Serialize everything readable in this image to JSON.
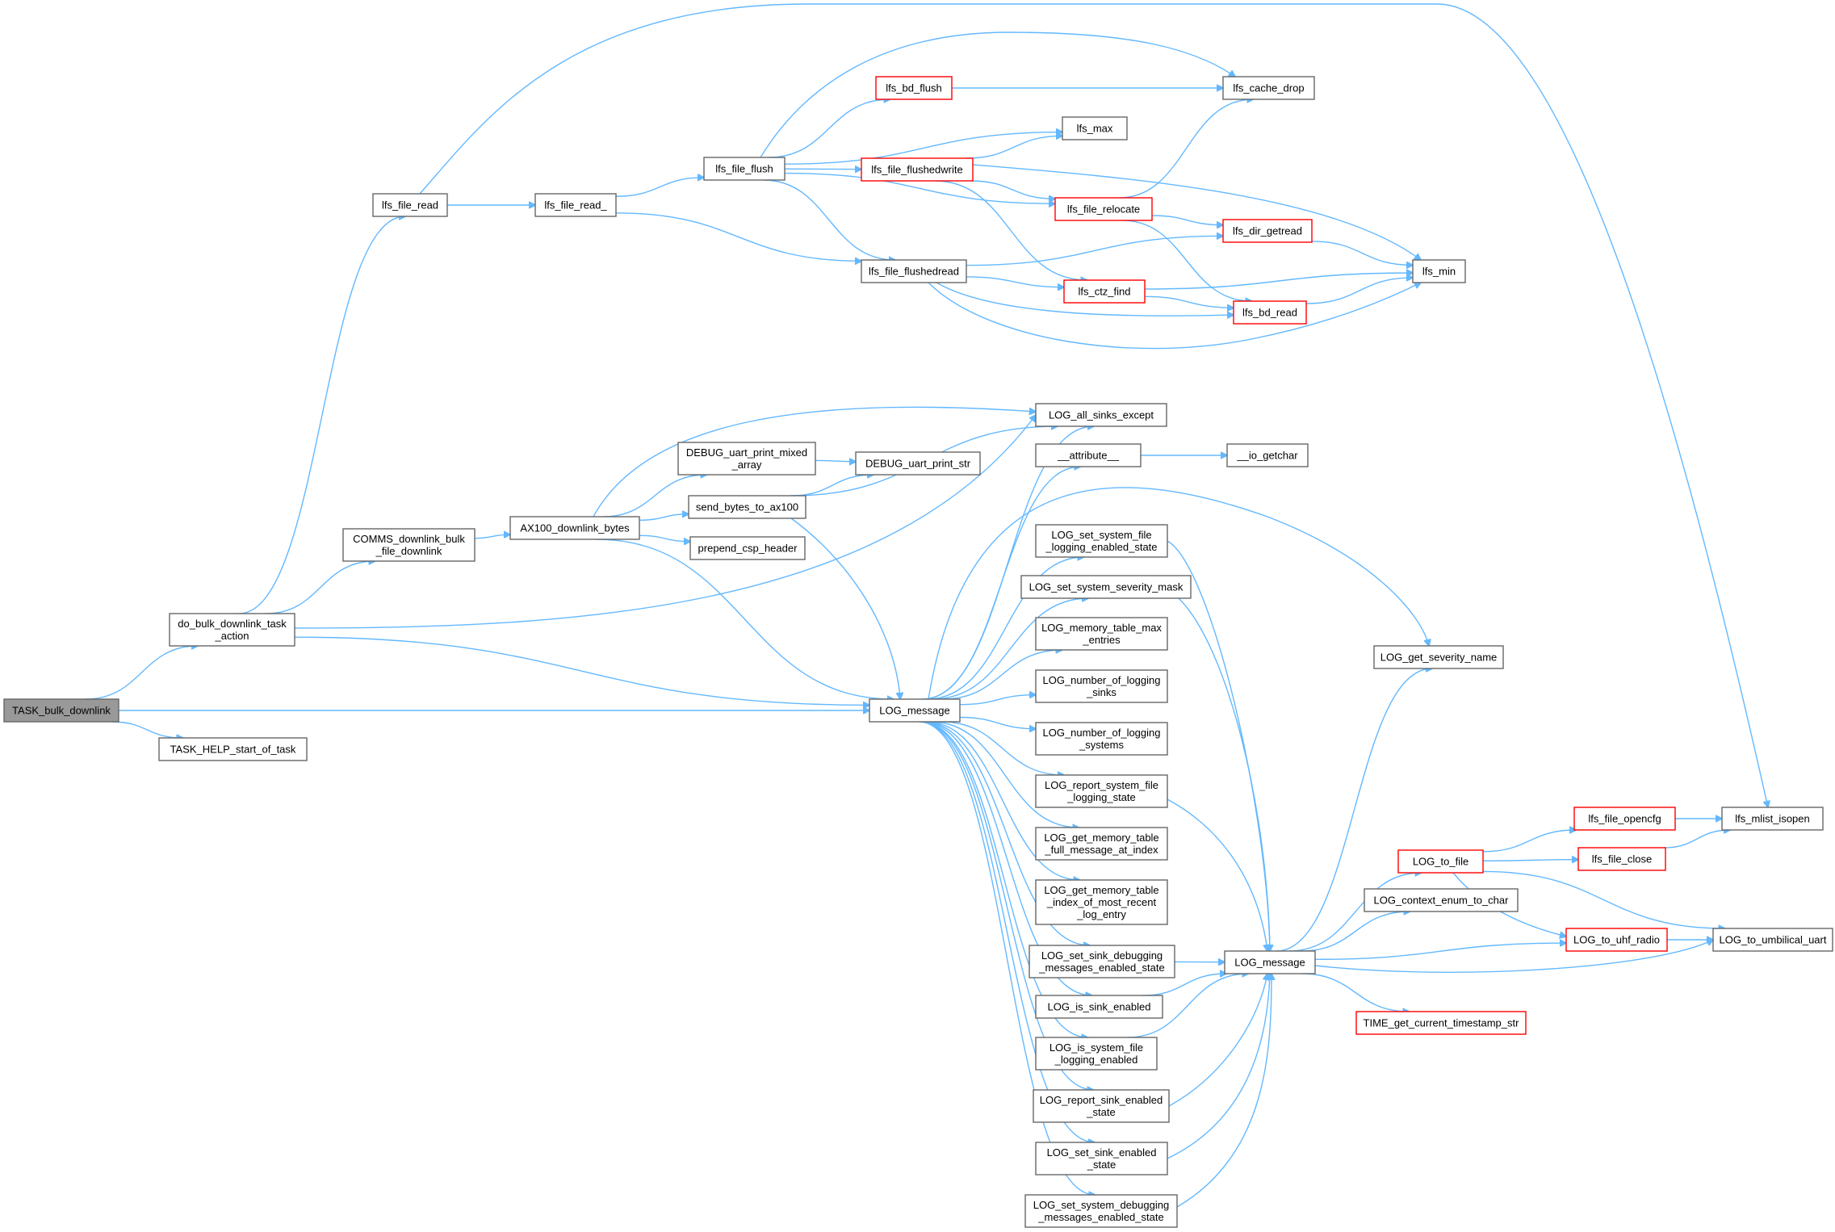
{
  "colors": {
    "edge": "#63b8ff",
    "node_border": "#666666",
    "node_border_incomplete": "#ff0000",
    "root_fill": "#999999",
    "background": "#ffffff"
  },
  "nodes": [
    {
      "id": "task_bulk_downlink",
      "lines": [
        "TASK_bulk_downlink"
      ],
      "root": true
    },
    {
      "id": "do_bulk",
      "lines": [
        "do_bulk_downlink_task",
        "_action"
      ]
    },
    {
      "id": "task_help",
      "lines": [
        "TASK_HELP_start_of_task"
      ]
    },
    {
      "id": "lfs_file_read",
      "lines": [
        "lfs_file_read"
      ]
    },
    {
      "id": "lfs_file_read_",
      "lines": [
        "lfs_file_read_"
      ]
    },
    {
      "id": "lfs_file_flush",
      "lines": [
        "lfs_file_flush"
      ]
    },
    {
      "id": "lfs_bd_flush",
      "lines": [
        "lfs_bd_flush"
      ],
      "red": true
    },
    {
      "id": "lfs_file_flushwrite",
      "lines": [
        "lfs_file_flushedwrite"
      ],
      "red": true
    },
    {
      "id": "lfs_max",
      "lines": [
        "lfs_max"
      ]
    },
    {
      "id": "lfs_cache_drop",
      "lines": [
        "lfs_cache_drop"
      ]
    },
    {
      "id": "lfs_file_relocate",
      "lines": [
        "lfs_file_relocate"
      ],
      "red": true
    },
    {
      "id": "lfs_dir_getread",
      "lines": [
        "lfs_dir_getread"
      ],
      "red": true
    },
    {
      "id": "lfs_file_flushedread",
      "lines": [
        "lfs_file_flushedread"
      ]
    },
    {
      "id": "lfs_ctz_find",
      "lines": [
        "lfs_ctz_find"
      ],
      "red": true
    },
    {
      "id": "lfs_bd_read",
      "lines": [
        "lfs_bd_read"
      ],
      "red": true
    },
    {
      "id": "lfs_min",
      "lines": [
        "lfs_min"
      ]
    },
    {
      "id": "comms_downlink",
      "lines": [
        "COMMS_downlink_bulk",
        "_file_downlink"
      ]
    },
    {
      "id": "ax100",
      "lines": [
        "AX100_downlink_bytes"
      ]
    },
    {
      "id": "debug_mixed",
      "lines": [
        "DEBUG_uart_print_mixed",
        "_array"
      ]
    },
    {
      "id": "debug_str",
      "lines": [
        "DEBUG_uart_print_str"
      ]
    },
    {
      "id": "send_bytes",
      "lines": [
        "send_bytes_to_ax100"
      ]
    },
    {
      "id": "prepend_csp",
      "lines": [
        "prepend_csp_header"
      ]
    },
    {
      "id": "log_all_sinks",
      "lines": [
        "LOG_all_sinks_except"
      ]
    },
    {
      "id": "attribute",
      "lines": [
        "__attribute__"
      ]
    },
    {
      "id": "io_getchar",
      "lines": [
        "__io_getchar"
      ]
    },
    {
      "id": "log_message_1",
      "lines": [
        "LOG_message"
      ]
    },
    {
      "id": "log_set_sys_file",
      "lines": [
        "LOG_set_system_file",
        "_logging_enabled_state"
      ]
    },
    {
      "id": "log_set_sys_sev",
      "lines": [
        "LOG_set_system_severity_mask"
      ]
    },
    {
      "id": "log_mem_max",
      "lines": [
        "LOG_memory_table_max",
        "_entries"
      ]
    },
    {
      "id": "log_num_sinks",
      "lines": [
        "LOG_number_of_logging",
        "_sinks"
      ]
    },
    {
      "id": "log_num_systems",
      "lines": [
        "LOG_number_of_logging",
        "_systems"
      ]
    },
    {
      "id": "log_report_sys_file",
      "lines": [
        "LOG_report_system_file",
        "_logging_state"
      ]
    },
    {
      "id": "log_get_mem_full",
      "lines": [
        "LOG_get_memory_table",
        "_full_message_at_index"
      ]
    },
    {
      "id": "log_get_mem_index",
      "lines": [
        "LOG_get_memory_table",
        "_index_of_most_recent",
        "_log_entry"
      ]
    },
    {
      "id": "log_set_sink_debug",
      "lines": [
        "LOG_set_sink_debugging",
        "_messages_enabled_state"
      ]
    },
    {
      "id": "log_is_sink",
      "lines": [
        "LOG_is_sink_enabled"
      ]
    },
    {
      "id": "log_is_sys_file",
      "lines": [
        "LOG_is_system_file",
        "_logging_enabled"
      ]
    },
    {
      "id": "log_report_sink",
      "lines": [
        "LOG_report_sink_enabled",
        "_state"
      ]
    },
    {
      "id": "log_set_sink_enabled",
      "lines": [
        "LOG_set_sink_enabled",
        "_state"
      ]
    },
    {
      "id": "log_set_sys_debug",
      "lines": [
        "LOG_set_system_debugging",
        "_messages_enabled_state"
      ]
    },
    {
      "id": "log_get_sev_name",
      "lines": [
        "LOG_get_severity_name"
      ]
    },
    {
      "id": "log_message_2",
      "lines": [
        "LOG_message"
      ]
    },
    {
      "id": "log_to_file",
      "lines": [
        "LOG_to_file"
      ],
      "red": true
    },
    {
      "id": "log_context_enum",
      "lines": [
        "LOG_context_enum_to_char"
      ]
    },
    {
      "id": "log_to_uhf",
      "lines": [
        "LOG_to_uhf_radio"
      ],
      "red": true
    },
    {
      "id": "time_get_ts",
      "lines": [
        "TIME_get_current_timestamp_str"
      ],
      "red": true
    },
    {
      "id": "lfs_file_opencfg",
      "lines": [
        "lfs_file_opencfg"
      ],
      "red": true
    },
    {
      "id": "lfs_file_close",
      "lines": [
        "lfs_file_close"
      ],
      "red": true
    },
    {
      "id": "lfs_mlist_isopen",
      "lines": [
        "lfs_mlist_isopen"
      ]
    },
    {
      "id": "log_to_umbilical",
      "lines": [
        "LOG_to_umbilical_uart"
      ]
    }
  ]
}
